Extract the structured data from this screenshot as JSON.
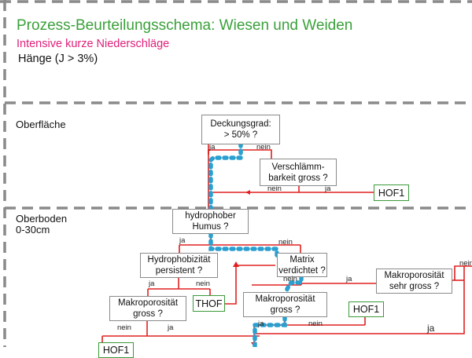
{
  "header": {
    "title": "Prozess-Beurteilungsschema: Wiesen und Weiden",
    "subtitle": "Intensive kurze Niederschläge",
    "slope": "Hänge (J >  3%)"
  },
  "colors": {
    "title": "#3aa03a",
    "subtitle": "#e0207a",
    "decision_line": "#e02020",
    "path_highlight": "#2aa0d0",
    "zone_border": "#8a8a8a",
    "outcome_border": "#3a9a3a"
  },
  "zones": [
    {
      "label": "Oberfläche"
    },
    {
      "label_line1": "Oberboden",
      "label_line2": "0-30cm"
    }
  ],
  "questions": {
    "deckungsgrad": {
      "line1": "Deckungsgrad:",
      "line2": "> 50% ?"
    },
    "verschlaemmbarkeit": {
      "line1": "Verschlämm-",
      "line2": "barkeit gross ?"
    },
    "hydrophober_humus": {
      "line1": "hydrophober",
      "line2": "Humus ?"
    },
    "hydrophobizitaet": {
      "line1": "Hydrophobizität",
      "line2": "persistent ?"
    },
    "matrix": {
      "line1": "Matrix",
      "line2": "verdichtet ?"
    },
    "makro_sehr_gross": {
      "line1": "Makroporosität",
      "line2": "sehr gross ?"
    },
    "makro_gross_left": {
      "line1": "Makroporosität",
      "line2": "gross ?"
    },
    "makro_gross_mid": {
      "line1": "Makroporosität",
      "line2": "gross ?"
    }
  },
  "outcomes": {
    "hof1_top": "HOF1",
    "thof": "THOF",
    "hof1_mid": "HOF1",
    "hof1_bottom": "HOF1"
  },
  "edge_labels": {
    "ja": "ja",
    "nein": "nein"
  }
}
